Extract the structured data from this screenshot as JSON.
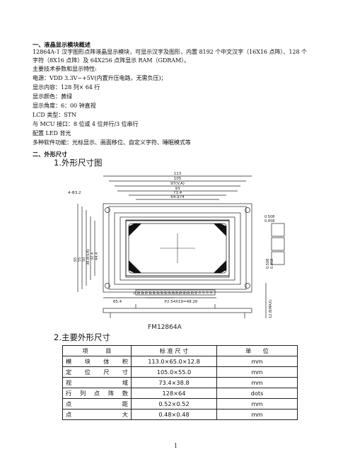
{
  "section1": {
    "title": "一、液晶显示模块概述",
    "lines": [
      "12864A-1 汉字图形点阵液晶显示模块，可显示汉字及图形，内置 8192 个中文汉字（16X16 点阵）、128 个",
      "字符（8X16 点阵）及 64X256 点阵显示 RAM（GDRAM）。",
      "主要技术参数和显示特性:",
      "电源：VDD 3.3V~+5V(内置升压电路，无需负压)；",
      "显示内容：128 列× 64 行",
      "显示颜色：黄绿",
      "显示角度：6：00 钟直视",
      "LCD 类型：STN",
      "与 MCU 接口：8 位或 4 位并行/3 位串行",
      "配置 LED 背光",
      "多种软件功能：光标显示、画面移位、自定义字符、睡眠模式等"
    ]
  },
  "section2": {
    "title": "二、外形尺寸",
    "sub1": "1.外形尺寸图",
    "sub2": "2.主要外形尺寸"
  },
  "drawing": {
    "dims_top": [
      "113",
      "105",
      "97(V.A)",
      "93",
      "73.4",
      "64.974"
    ],
    "holes": "4-Φ3.2",
    "dims_left": [
      "65",
      "55",
      "50",
      "38.8(V.A)",
      "32.4",
      "44.4"
    ],
    "dims_right": [
      "0.508",
      "0.458",
      "0.508",
      "0.458"
    ],
    "bottom_pin": "P2.54X19=48.26",
    "bottom_left": "85.4",
    "pin_numbers": "20 19 18 17 16 15 14 13 12 11 10 9 8 7 6 5 4 3 2 1",
    "side_dim": "12.8(MAX)",
    "model_label": "FM12864A"
  },
  "table": {
    "headers": [
      "项　　　目",
      "标 准 尺 寸",
      "单　　位"
    ],
    "rows": [
      [
        "模 块 体 积",
        "113.0×65.0×12.8",
        "mm"
      ],
      [
        "定 位 尺 寸",
        "105.0×55.0",
        "mm"
      ],
      [
        "视　　　域",
        "73.4×38.8",
        "mm"
      ],
      [
        "行 列 点 阵 数",
        "128×64",
        "dots"
      ],
      [
        "点　　　距",
        "0.52×0.52",
        "mm"
      ],
      [
        "点　　　大",
        "0.48×0.48",
        "mm"
      ]
    ]
  },
  "page_number": "1"
}
